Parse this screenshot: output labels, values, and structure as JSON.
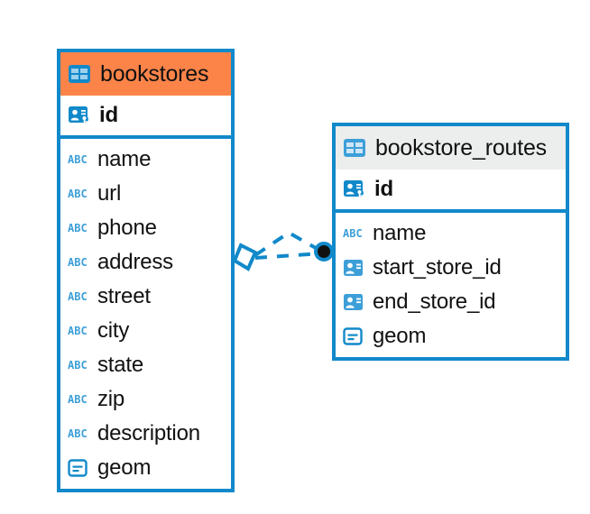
{
  "diagram": {
    "type": "entity-relationship-diagram",
    "background_color": "#ffffff",
    "accent_color": "#1189ca",
    "highlight_color": "#fc8449",
    "header_gray": "#eceded"
  },
  "entities": [
    {
      "name": "bookstores",
      "title": "bookstores",
      "header_style": "accent-orange",
      "table_icon": "table-icon",
      "primary_key": {
        "label": "id",
        "icon": "primary-key-icon",
        "type": "pk"
      },
      "fields": [
        {
          "label": "name",
          "icon": "abc-string-icon",
          "type": "string"
        },
        {
          "label": "url",
          "icon": "abc-string-icon",
          "type": "string"
        },
        {
          "label": "phone",
          "icon": "abc-string-icon",
          "type": "string"
        },
        {
          "label": "address",
          "icon": "abc-string-icon",
          "type": "string"
        },
        {
          "label": "street",
          "icon": "abc-string-icon",
          "type": "string"
        },
        {
          "label": "city",
          "icon": "abc-string-icon",
          "type": "string"
        },
        {
          "label": "state",
          "icon": "abc-string-icon",
          "type": "string"
        },
        {
          "label": "zip",
          "icon": "abc-string-icon",
          "type": "string"
        },
        {
          "label": "description",
          "icon": "abc-string-icon",
          "type": "string"
        },
        {
          "label": "geom",
          "icon": "geometry-icon",
          "type": "geometry"
        }
      ]
    },
    {
      "name": "bookstore_routes",
      "title": "bookstore_routes",
      "header_style": "accent-gray",
      "table_icon": "table-icon",
      "primary_key": {
        "label": "id",
        "icon": "primary-key-icon",
        "type": "pk"
      },
      "fields": [
        {
          "label": "name",
          "icon": "abc-string-icon",
          "type": "string"
        },
        {
          "label": "start_store_id",
          "icon": "foreign-key-icon",
          "type": "fk"
        },
        {
          "label": "end_store_id",
          "icon": "foreign-key-icon",
          "type": "fk"
        },
        {
          "label": "geom",
          "icon": "geometry-icon",
          "type": "geometry"
        }
      ]
    }
  ],
  "relationship": {
    "from_entity": "bookstores",
    "to_entity": "bookstore_routes",
    "line_style": "dashed",
    "line_color": "#1189ca",
    "source_marker": "hollow-diamond-marker",
    "target_marker": "filled-circle-marker"
  }
}
